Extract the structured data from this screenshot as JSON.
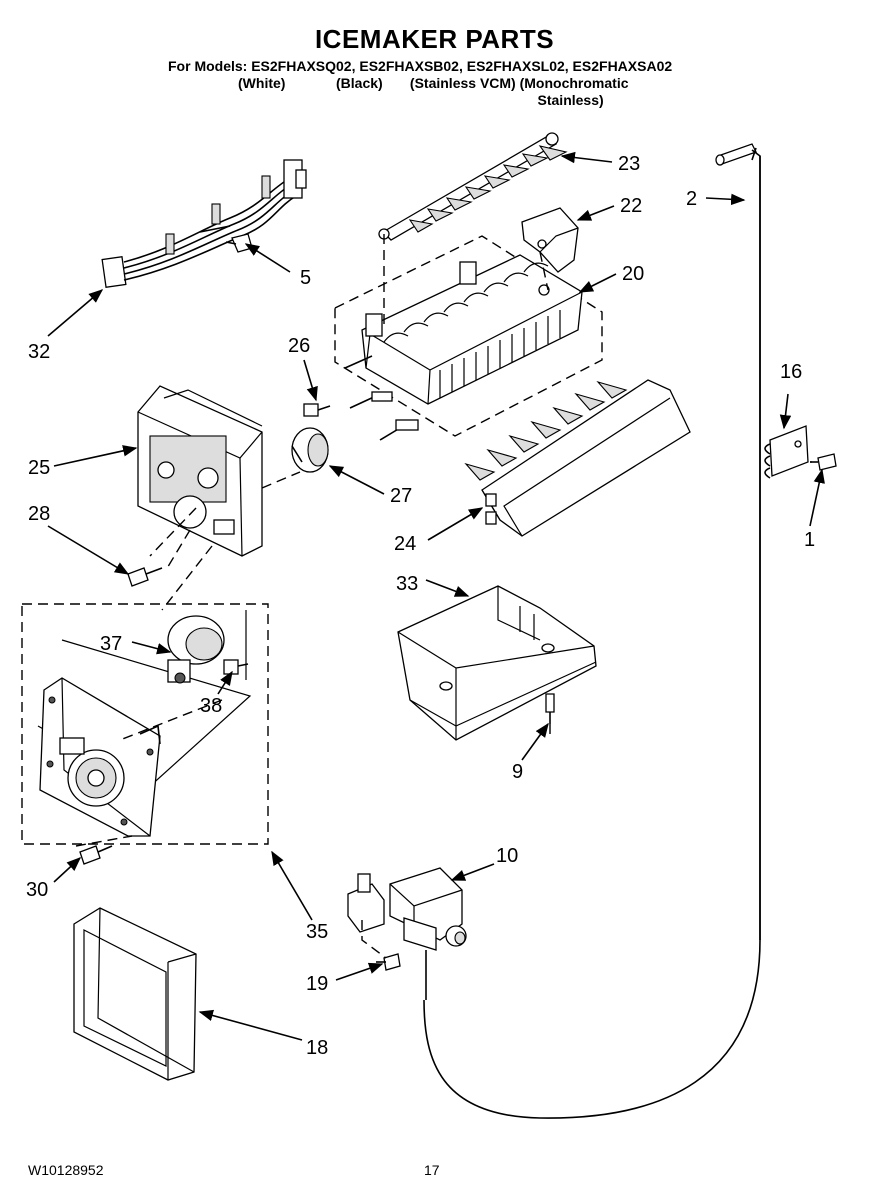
{
  "header": {
    "title": "ICEMAKER PARTS",
    "models_line1": "For Models: ES2FHAXSQ02, ES2FHAXSB02, ES2FHAXSL02, ES2FHAXSA02",
    "models_line2": "                  (White)             (Black)       (Stainless VCM) (Monochromatic",
    "models_line3": "                                                                                               Stainless)"
  },
  "callouts": {
    "c1": "1",
    "c2": "2",
    "c5": "5",
    "c9": "9",
    "c10": "10",
    "c16": "16",
    "c18": "18",
    "c19": "19",
    "c20": "20",
    "c22": "22",
    "c23": "23",
    "c24": "24",
    "c25": "25",
    "c26": "26",
    "c27": "27",
    "c28": "28",
    "c30": "30",
    "c32": "32",
    "c33": "33",
    "c35": "35",
    "c37": "37",
    "c38": "38"
  },
  "footer": {
    "doc_number": "W10128952",
    "page_number": "17"
  }
}
